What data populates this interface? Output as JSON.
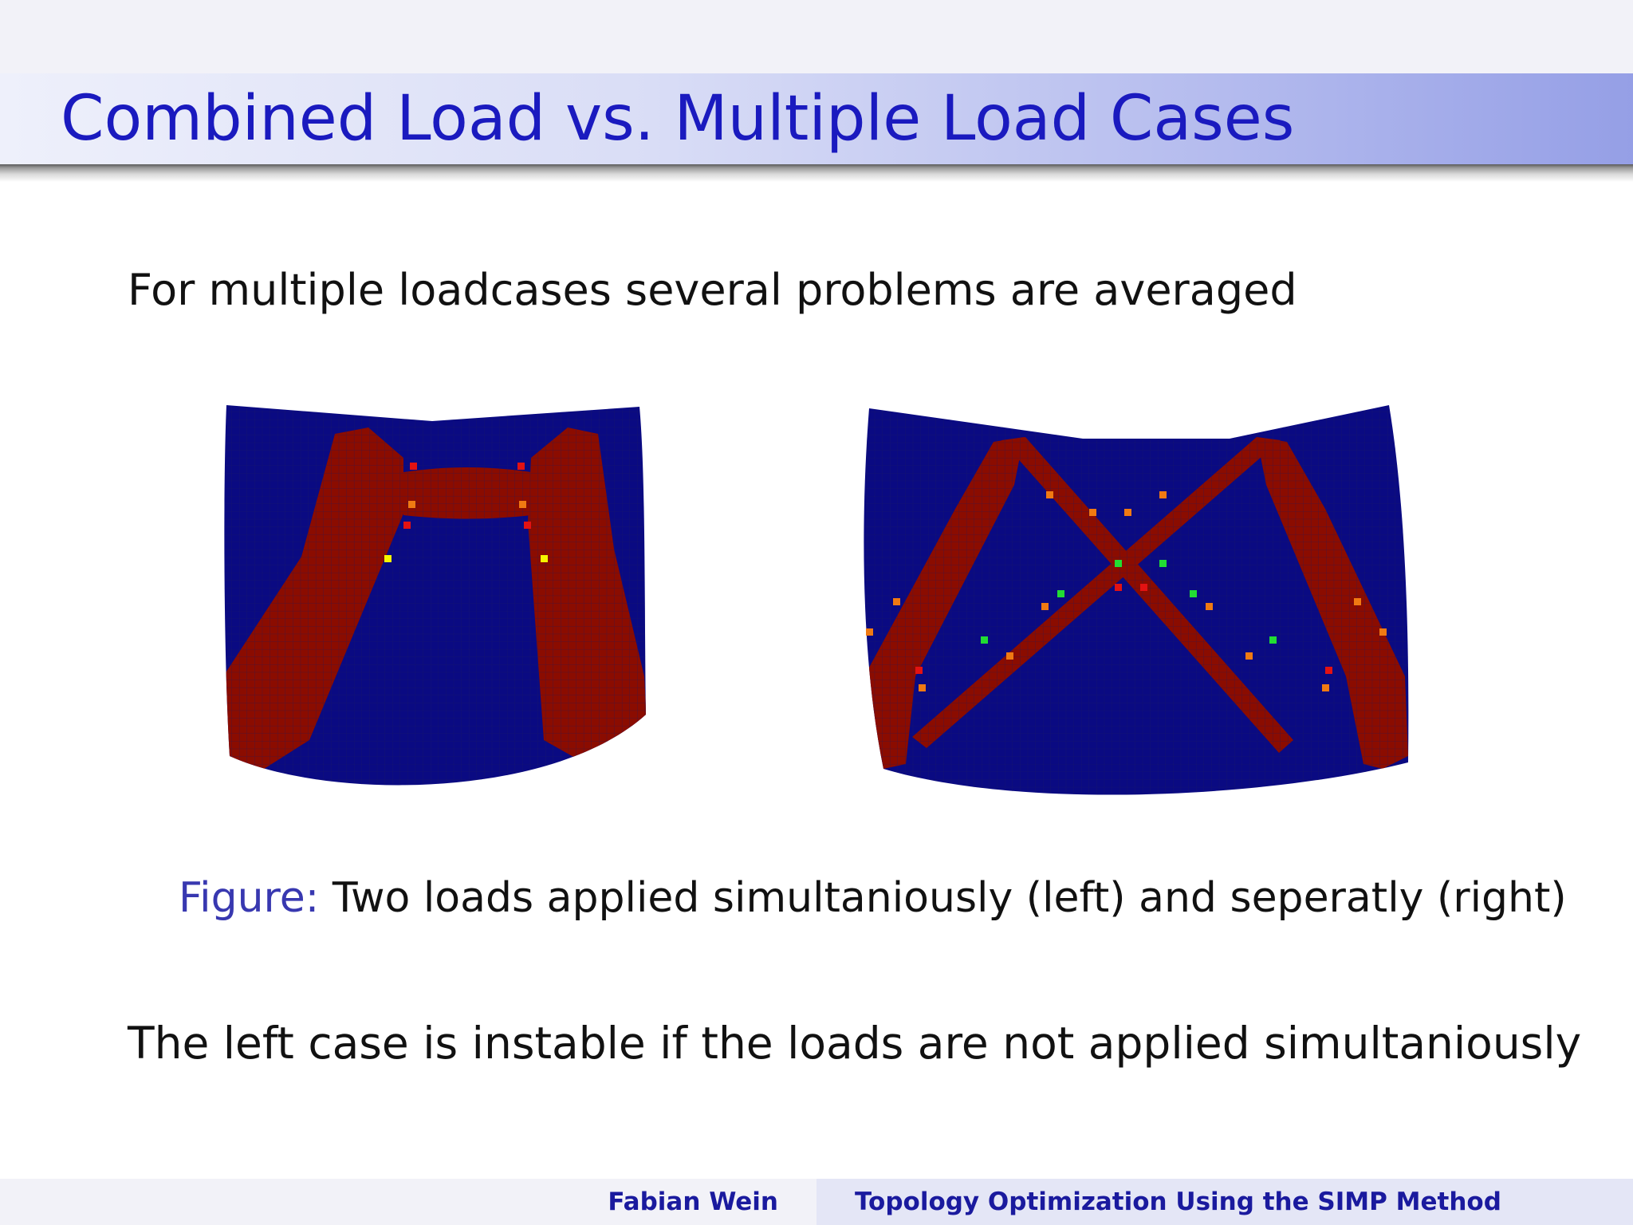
{
  "slide": {
    "title": "Combined Load vs. Multiple Load Cases",
    "intro": "For multiple loadcases several problems are averaged",
    "conclusion": "The left case is instable if the loads are not applied simultaniously"
  },
  "figure": {
    "caption_label": "Figure:",
    "caption_text": "Two loads applied simultaniously (left) and seperatly (right)",
    "colors": {
      "void": "#0a0a82",
      "solid": "#8b0c00",
      "intermediate_red": "#e31212",
      "intermediate_orange": "#f07a12",
      "intermediate_yellow": "#f5f500",
      "intermediate_green": "#22dd33",
      "mesh_line": "#1a1a60"
    }
  },
  "footer": {
    "author": "Fabian Wein",
    "talk_title": "Topology Optimization Using the SIMP Method"
  }
}
